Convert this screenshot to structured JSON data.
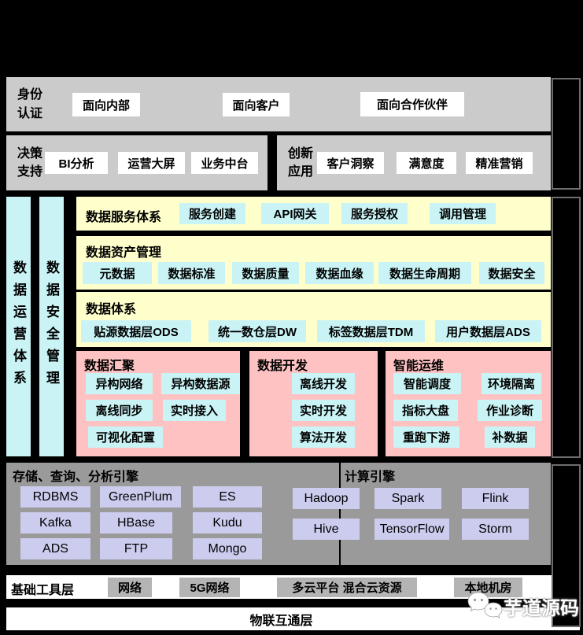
{
  "identity": {
    "label": "身份认证",
    "items": [
      "面向内部",
      "面向客户",
      "面向合作伙伴"
    ]
  },
  "decision": {
    "label": "决策支持",
    "items": [
      "BI分析",
      "运营大屏",
      "业务中台"
    ]
  },
  "innovation": {
    "label": "创新应用",
    "items": [
      "客户洞察",
      "满意度",
      "精准营销"
    ]
  },
  "sidebars": [
    {
      "label": "数据运营体系"
    },
    {
      "label": "数据安全管理"
    }
  ],
  "panels": {
    "service": {
      "title": "数据服务体系",
      "items": [
        "服务创建",
        "API网关",
        "服务授权",
        "调用管理"
      ]
    },
    "asset": {
      "title": "数据资产管理",
      "items": [
        "元数据",
        "数据标准",
        "数据质量",
        "数据血缘",
        "数据生命周期",
        "数据安全"
      ]
    },
    "system": {
      "title": "数据体系",
      "items": [
        "贴源数据层ODS",
        "统一数仓层DW",
        "标签数据层TDM",
        "用户数据层ADS"
      ]
    },
    "aggregation": {
      "title": "数据汇聚",
      "items": [
        "异构网络",
        "异构数据源",
        "离线同步",
        "实时接入",
        "可视化配置"
      ]
    },
    "development": {
      "title": "数据开发",
      "items": [
        "离线开发",
        "实时开发",
        "算法开发"
      ]
    },
    "ops": {
      "title": "智能运维",
      "items": [
        "智能调度",
        "环境隔离",
        "指标大盘",
        "作业诊断",
        "重跑下游",
        "补数据"
      ]
    }
  },
  "engines": {
    "storage": {
      "title": "存储、查询、分析引擎",
      "items": [
        "RDBMS",
        "GreenPlum",
        "ES",
        "Kafka",
        "HBase",
        "Kudu",
        "ADS",
        "FTP",
        "Mongo"
      ]
    },
    "compute": {
      "title": "计算引擎",
      "items": [
        "Hadoop",
        "Spark",
        "Flink",
        "Hive",
        "TensorFlow",
        "Storm"
      ]
    }
  },
  "base_layer": {
    "label": "基础工具层",
    "items": [
      "网络",
      "5G网络",
      "多云平台 混合云资源",
      "本地机房"
    ]
  },
  "iot_layer": {
    "label": "物联互通层"
  },
  "watermark": {
    "label": "芋道源码"
  },
  "colors": {
    "background": "#000000",
    "band_gray": "#cbcbcb",
    "panel_yellow": "#ffffcc",
    "panel_pink": "#ffc2c2",
    "box_cyan": "#c9f3f5",
    "box_white": "#ffffff",
    "box_lavender": "#ccccef",
    "engine_gray": "#9a9a9a",
    "box_gray": "#b4b4b4"
  }
}
